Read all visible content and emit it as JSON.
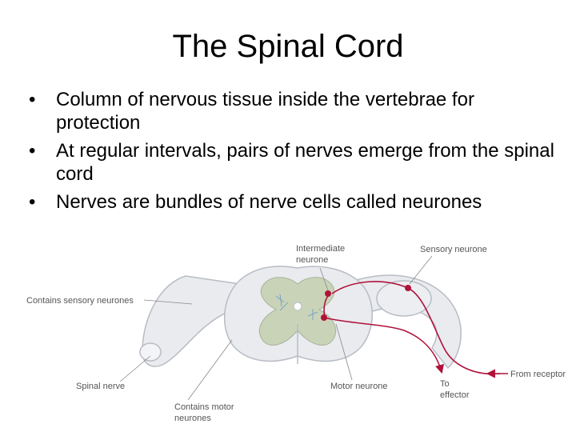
{
  "slide": {
    "title": "The Spinal Cord",
    "bullets": [
      "Column of nervous tissue inside the vertebrae for protection",
      "At regular intervals, pairs of nerves emerge from the spinal cord",
      "Nerves are bundles of nerve cells called neurones"
    ],
    "bullet_glyph": "•"
  },
  "diagram": {
    "labels": {
      "intermediate_1": "Intermediate",
      "intermediate_2": "neurone",
      "sensory_neurone": "Sensory neurone",
      "contains_sensory": "Contains sensory neurones",
      "spinal_nerve": "Spinal nerve",
      "motor_neurone": "Motor neurone",
      "to_1": "To",
      "to_2": "effector",
      "from_receptor": "From receptor",
      "contains_motor_1": "Contains motor",
      "contains_motor_2": "neurones"
    },
    "colors": {
      "pathway": "#b0123a",
      "grey_matter": "#c9d3b8",
      "white_matter": "#e9ebef",
      "outline": "#b8bcc4"
    }
  }
}
